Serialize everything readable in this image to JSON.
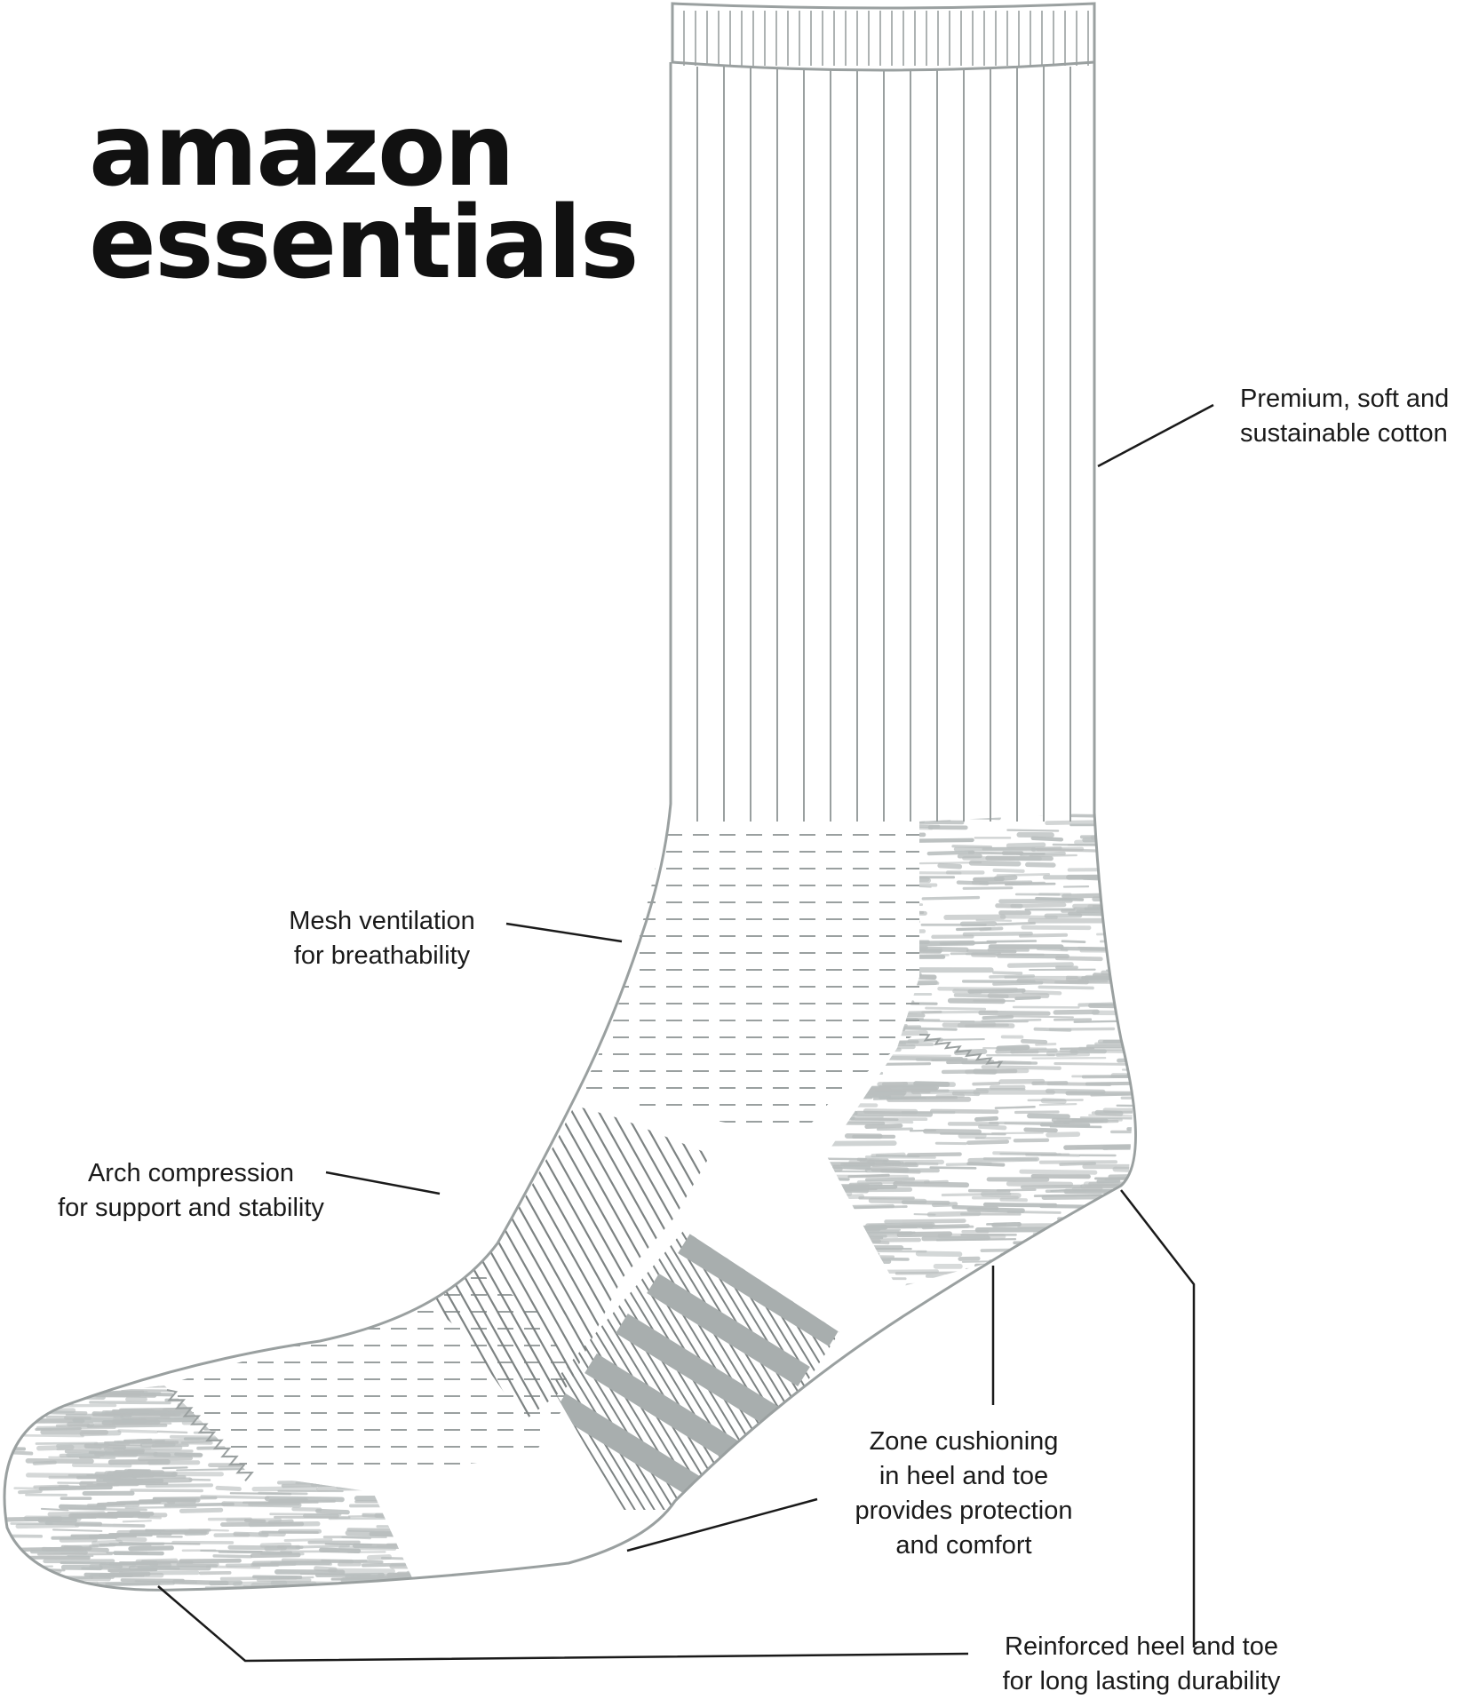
{
  "brand": {
    "line1": "amazon",
    "line2": "essentials"
  },
  "callouts": {
    "cotton": {
      "line1": "Premium, soft and",
      "line2": "sustainable cotton"
    },
    "mesh": {
      "line1": "Mesh ventilation",
      "line2": "for breathability"
    },
    "arch": {
      "line1": "Arch compression",
      "line2": "for support and stability"
    },
    "cushion": {
      "line1": "Zone cushioning",
      "line2": "in heel and toe",
      "line3": "provides protection",
      "line4": "and comfort"
    },
    "reinforced": {
      "line1": "Reinforced heel and toe",
      "line2": "for long lasting durability"
    }
  },
  "colors": {
    "outline": "#9aa0a0",
    "pad": "#a8aeae",
    "heather": "#b9bebe",
    "leader": "#1a1a1a",
    "text": "#1a1a1a"
  }
}
